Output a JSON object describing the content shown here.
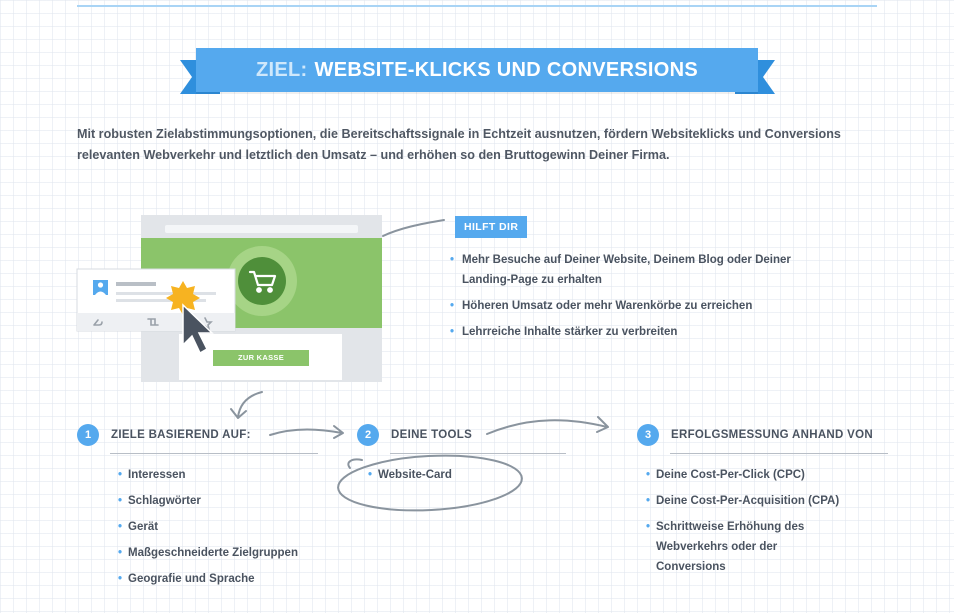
{
  "banner": {
    "prefix": "ZIEL:",
    "title": "WEBSITE-KLICKS UND CONVERSIONS"
  },
  "intro": "Mit robusten Zielabstimmungsoptionen, die Bereitschaftssignale in Echtzeit ausnutzen, fördern Websiteklicks und Conversions relevanten Webverkehr und letztlich den Umsatz – und erhöhen so den Bruttogewinn Deiner Firma.",
  "illustration": {
    "checkout_button": "ZUR KASSE"
  },
  "helps": {
    "badge": "HILFT DIR",
    "items": [
      "Mehr Besuche auf Deiner Website, Deinem Blog oder Deiner Landing-Page zu erhalten",
      "Höheren Umsatz oder mehr Warenkörbe zu erreichen",
      "Lehrreiche Inhalte stärker zu verbreiten"
    ]
  },
  "steps": [
    {
      "number": "1",
      "title": "ZIELE BASIEREND AUF:",
      "items": [
        "Interessen",
        "Schlagwörter",
        "Gerät",
        "Maßgeschneiderte Zielgruppen",
        "Geografie und Sprache"
      ]
    },
    {
      "number": "2",
      "title": "DEINE TOOLS",
      "items": [
        "Website-Card"
      ]
    },
    {
      "number": "3",
      "title": "ERFOLGSMESSUNG ANHAND VON",
      "items": [
        "Deine Cost-Per-Click (CPC)",
        "Deine Cost-Per-Acquisition (CPA)",
        "Schrittweise Erhöhung des Webverkehrs oder der Conversions"
      ]
    }
  ],
  "colors": {
    "accent": "#55a9ee",
    "green": "#8bc46a",
    "dark_green": "#4f8f3a",
    "text": "#4a5360"
  }
}
